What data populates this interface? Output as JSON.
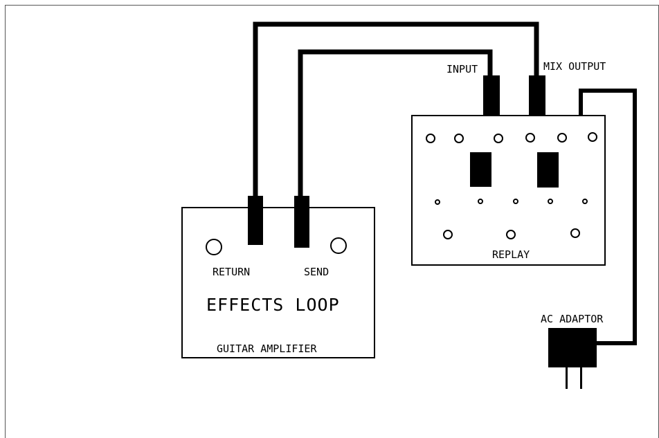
{
  "guitar_amplifier": {
    "name": "GUITAR AMPLIFIER",
    "section_title": "EFFECTS LOOP",
    "return_label": "RETURN",
    "send_label": "SEND"
  },
  "replay_unit": {
    "name": "REPLAY",
    "input_label": "INPUT",
    "mix_output_label": "MIX OUTPUT"
  },
  "power": {
    "adaptor_label": "AC ADAPTOR"
  },
  "colors": {
    "line": "#000000",
    "background": "#ffffff",
    "frame": "#555555"
  }
}
